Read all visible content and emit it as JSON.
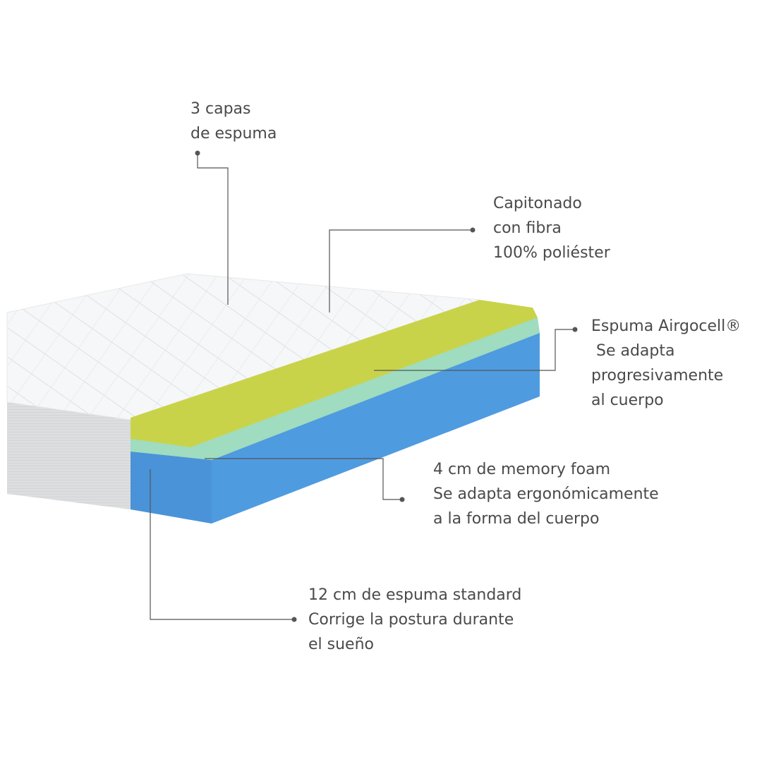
{
  "colors": {
    "cover": "#f4f6f8",
    "cover_side": "#d9dbdd",
    "top_layer": "#c9d34a",
    "middle_layer": "#9fdcc0",
    "base_layer": "#4f9be0",
    "leader_line": "#555555",
    "text": "#4a4a4a"
  },
  "callouts": [
    {
      "id": "capas",
      "lines": [
        "3 capas",
        "de espuma"
      ]
    },
    {
      "id": "capitonado",
      "lines": [
        "Capitonado",
        "con fibra",
        "100% poliéster"
      ]
    },
    {
      "id": "airgocell",
      "lines": [
        "Espuma Airgocell®",
        " Se adapta",
        "progresivamente",
        "al cuerpo"
      ]
    },
    {
      "id": "memory",
      "lines": [
        "4 cm de memory foam",
        "Se adapta ergonómicamente",
        "a la forma del cuerpo"
      ]
    },
    {
      "id": "standard",
      "lines": [
        "12 cm de espuma standard",
        "Corrige la postura durante",
        "el sueño"
      ]
    }
  ]
}
